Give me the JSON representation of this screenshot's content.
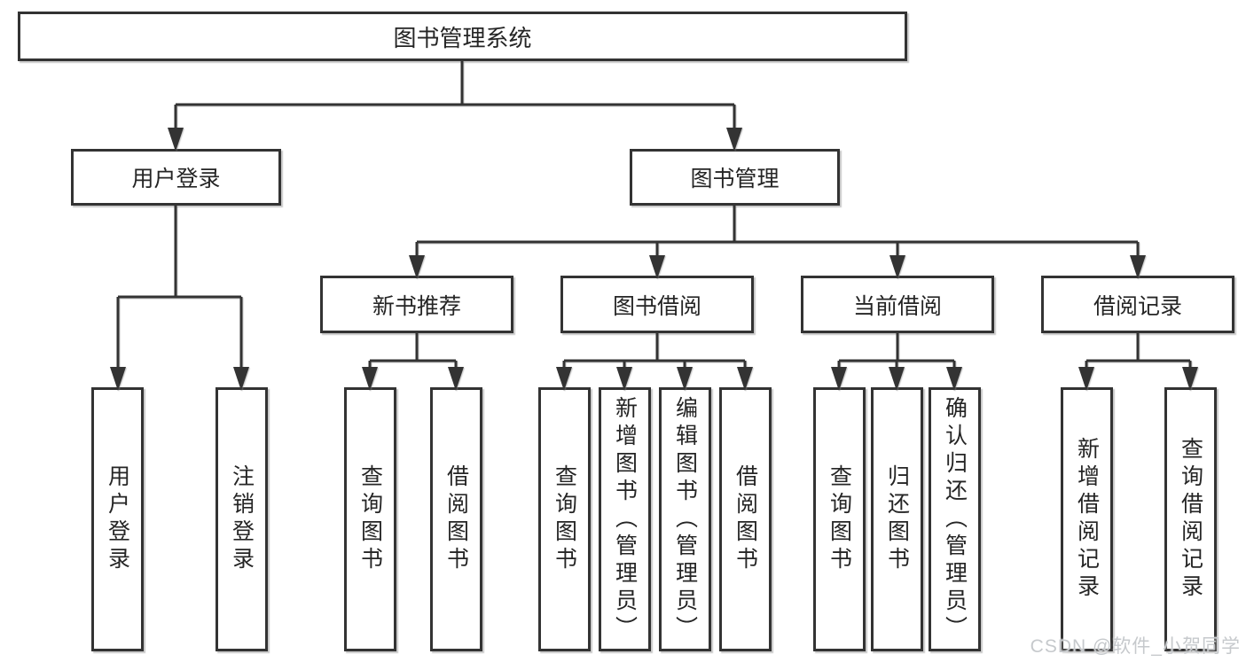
{
  "nodes": {
    "root": "图书管理系统",
    "userLogin": "用户登录",
    "bookMgmt": "图书管理",
    "newBookRec": "新书推荐",
    "bookBorrow": "图书借阅",
    "currentBorrow": "当前借阅",
    "borrowRecords": "借阅记录",
    "leafUserLogin": "用户登录",
    "leafLogout": "注销登录",
    "nbQueryBooks": "查询图书",
    "nbBorrowBooks": "借阅图书",
    "bbQueryBooks": "查询图书",
    "bbAddBook": "新增图书（管理员）",
    "bbEditBook": "编辑图书（管理员）",
    "bbBorrowBooks": "借阅图书",
    "cbQueryBooks": "查询图书",
    "cbReturnBooks": "归还图书",
    "cbConfirmReturn": "确认归还（管理员）",
    "brAddRecord": "新增借阅记录",
    "brQueryRecord": "查询借阅记录"
  },
  "tree": {
    "label": "图书管理系统",
    "children": [
      {
        "label": "用户登录",
        "children": [
          {
            "label": "用户登录"
          },
          {
            "label": "注销登录"
          }
        ]
      },
      {
        "label": "图书管理",
        "children": [
          {
            "label": "新书推荐",
            "children": [
              {
                "label": "查询图书"
              },
              {
                "label": "借阅图书"
              }
            ]
          },
          {
            "label": "图书借阅",
            "children": [
              {
                "label": "查询图书"
              },
              {
                "label": "新增图书（管理员）"
              },
              {
                "label": "编辑图书（管理员）"
              },
              {
                "label": "借阅图书"
              }
            ]
          },
          {
            "label": "当前借阅",
            "children": [
              {
                "label": "查询图书"
              },
              {
                "label": "归还图书"
              },
              {
                "label": "确认归还（管理员）"
              }
            ]
          },
          {
            "label": "借阅记录",
            "children": [
              {
                "label": "新增借阅记录"
              },
              {
                "label": "查询借阅记录"
              }
            ]
          }
        ]
      }
    ]
  },
  "watermark": "CSDN @软件_小贺同学",
  "colors": {
    "line": "#333333",
    "box_border": "#333333",
    "box_fill": "#ffffff",
    "text": "#252525",
    "watermark": "#c6c9cc",
    "background": "#ffffff"
  }
}
